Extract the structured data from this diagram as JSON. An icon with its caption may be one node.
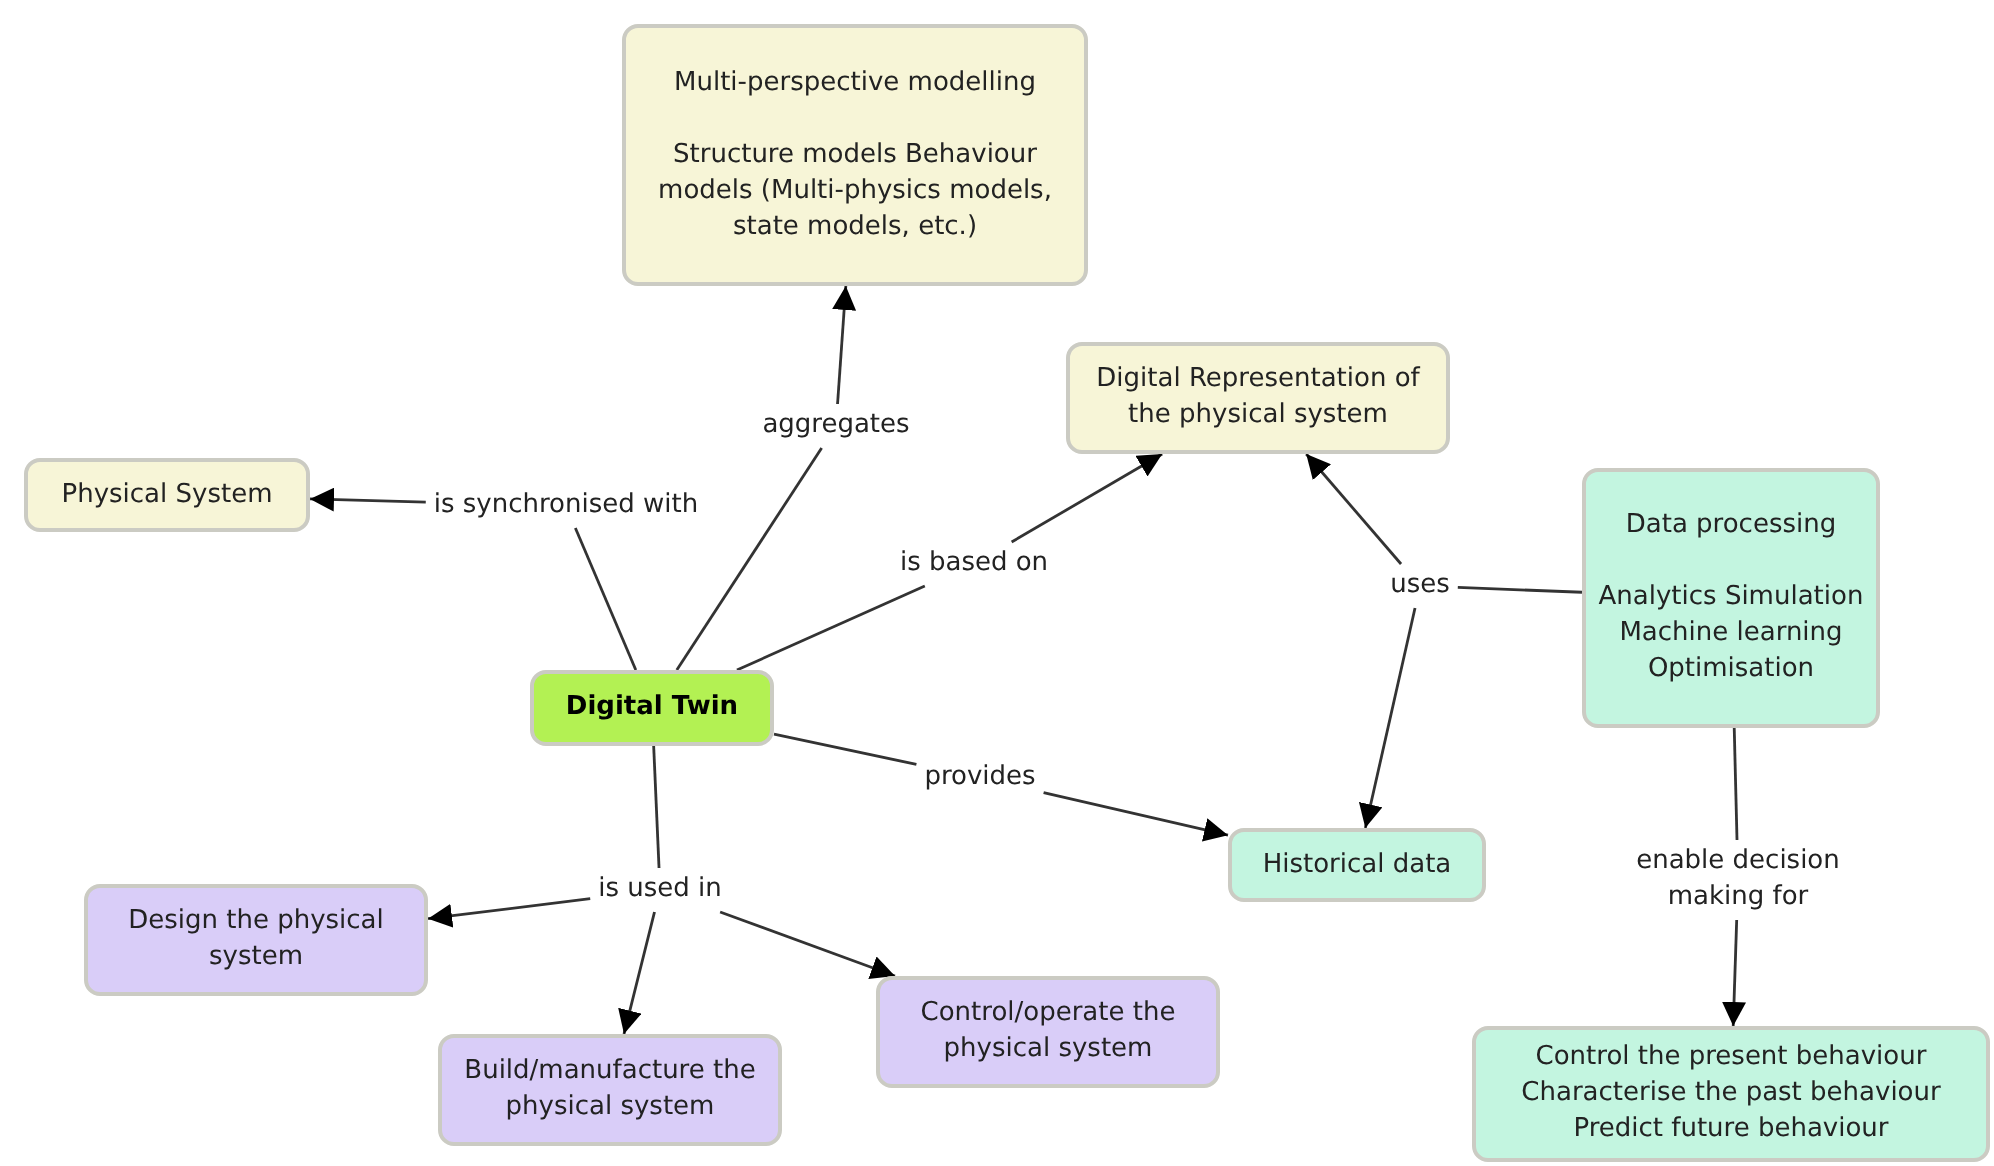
{
  "diagram": {
    "nodes": [
      {
        "text": [
          "Multi-perspective modelling",
          "Structure models Behaviour models (Multi-physics models, state models, etc.)"
        ]
      },
      {
        "text": [
          "Physical System"
        ]
      },
      {
        "text": [
          "is synchronised with"
        ]
      },
      {
        "text": [
          "aggregates"
        ]
      },
      {
        "text": [
          "Digital Representation of the physical system"
        ]
      },
      {
        "text": [
          "is based on"
        ]
      },
      {
        "text": [
          "Digital Twin"
        ]
      },
      {
        "text": [
          "Data processing",
          "Analytics Simulation Machine learning Optimisation"
        ]
      },
      {
        "text": [
          "uses"
        ]
      },
      {
        "text": [
          "provides"
        ]
      },
      {
        "text": [
          "Historical data"
        ]
      },
      {
        "text": [
          "is used in"
        ]
      },
      {
        "text": [
          "enable decision making for"
        ]
      },
      {
        "text": [
          "Design the physical system"
        ]
      },
      {
        "text": [
          "Control/operate the physical system"
        ]
      },
      {
        "text": [
          "Build/manufacture the physical system"
        ]
      },
      {
        "text": [
          "Control the present behaviour Characterise the past behaviour Predict future behaviour"
        ]
      }
    ],
    "edges": [
      {
        "from": 6,
        "to": 2,
        "arrow": "none"
      },
      {
        "from": 2,
        "to": 1,
        "arrow": "to"
      },
      {
        "from": 6,
        "to": 3,
        "arrow": "none"
      },
      {
        "from": 3,
        "to": 0,
        "arrow": "to"
      },
      {
        "from": 6,
        "to": 5,
        "arrow": "none"
      },
      {
        "from": 5,
        "to": 4,
        "arrow": "to"
      },
      {
        "from": 7,
        "to": 8,
        "arrow": "none"
      },
      {
        "from": 8,
        "to": 4,
        "arrow": "to"
      },
      {
        "from": 8,
        "to": 10,
        "arrow": "to"
      },
      {
        "from": 6,
        "to": 9,
        "arrow": "none"
      },
      {
        "from": 9,
        "to": 10,
        "arrow": "to"
      },
      {
        "from": 6,
        "to": 11,
        "arrow": "none"
      },
      {
        "from": 11,
        "to": 13,
        "arrow": "to"
      },
      {
        "from": 11,
        "to": 15,
        "arrow": "to"
      },
      {
        "from": 11,
        "to": 14,
        "arrow": "to"
      },
      {
        "from": 7,
        "to": 12,
        "arrow": "none"
      },
      {
        "from": 12,
        "to": 16,
        "arrow": "to"
      }
    ]
  }
}
